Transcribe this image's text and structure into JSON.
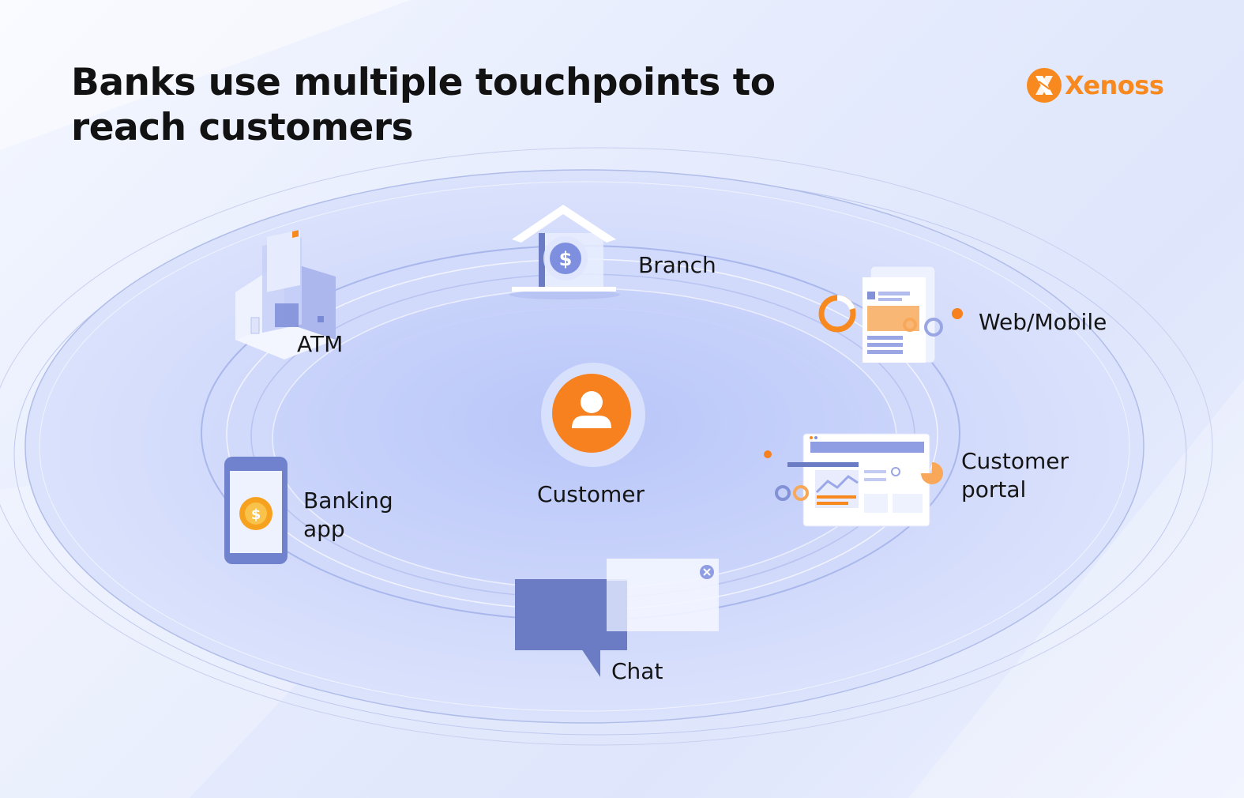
{
  "title": "Banks use multiple touchpoints to reach customers",
  "logo": {
    "text": "Xenoss",
    "color": "#f7891e"
  },
  "center": {
    "label": "Customer",
    "icon": "user-icon",
    "color": "#f7811f"
  },
  "touchpoints": [
    {
      "id": "branch",
      "label": "Branch",
      "icon": "bank-building-icon"
    },
    {
      "id": "atm",
      "label": "ATM",
      "icon": "atm-machine-icon"
    },
    {
      "id": "web-mobile",
      "label": "Web/Mobile",
      "icon": "web-mobile-icon"
    },
    {
      "id": "banking-app",
      "label": [
        "Banking",
        "app"
      ],
      "icon": "smartphone-coin-icon"
    },
    {
      "id": "customer-portal",
      "label": [
        "Customer",
        "portal"
      ],
      "icon": "dashboard-icon"
    },
    {
      "id": "chat",
      "label": "Chat",
      "icon": "chat-bubble-icon"
    }
  ],
  "colors": {
    "accent": "#f7891e",
    "primary": "#6b7cc4",
    "ring": "#c4cef5"
  }
}
